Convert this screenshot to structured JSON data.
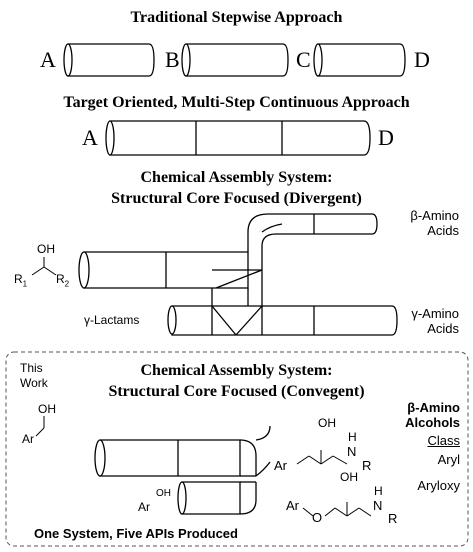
{
  "sections": {
    "traditional": {
      "title": "Traditional Stepwise Approach",
      "letters": [
        "A",
        "B",
        "C",
        "D"
      ]
    },
    "continuous": {
      "title": "Target Oriented, Multi-Step Continuous Approach",
      "letters": [
        "A",
        "D"
      ]
    },
    "divergent": {
      "title_line1": "Chemical Assembly System:",
      "title_line2": "Structural Core Focused (Divergent)",
      "reagent": {
        "oh": "OH",
        "r1": "R",
        "r1_sub": "1",
        "r2": "R",
        "r2_sub": "2"
      },
      "intermediate": "γ-Lactams",
      "product_top": [
        "β-Amino",
        "Acids"
      ],
      "product_bottom": [
        "γ-Amino",
        "Acids"
      ]
    },
    "convergent": {
      "label_this": "This",
      "label_work": "Work",
      "title_line1": "Chemical Assembly System:",
      "title_line2": "Structural Core Focused (Convegent)",
      "reagent_top": {
        "oh": "OH",
        "ar": "Ar"
      },
      "reagent_bottom": {
        "ar": "Ar",
        "oh": "OH"
      },
      "class_title": [
        "β-Amino",
        "Alcohols"
      ],
      "class_label": "Class",
      "class_aryl": "Aryl",
      "class_aryloxy": "Aryloxy",
      "product_top": {
        "ar": "Ar",
        "oh": "OH",
        "h": "H",
        "n": "N",
        "r": "R"
      },
      "product_bottom": {
        "ar": "Ar",
        "o": "O",
        "oh": "OH",
        "h": "H",
        "n": "N",
        "r": "R"
      },
      "footer": "One System, Five APIs Produced"
    }
  }
}
